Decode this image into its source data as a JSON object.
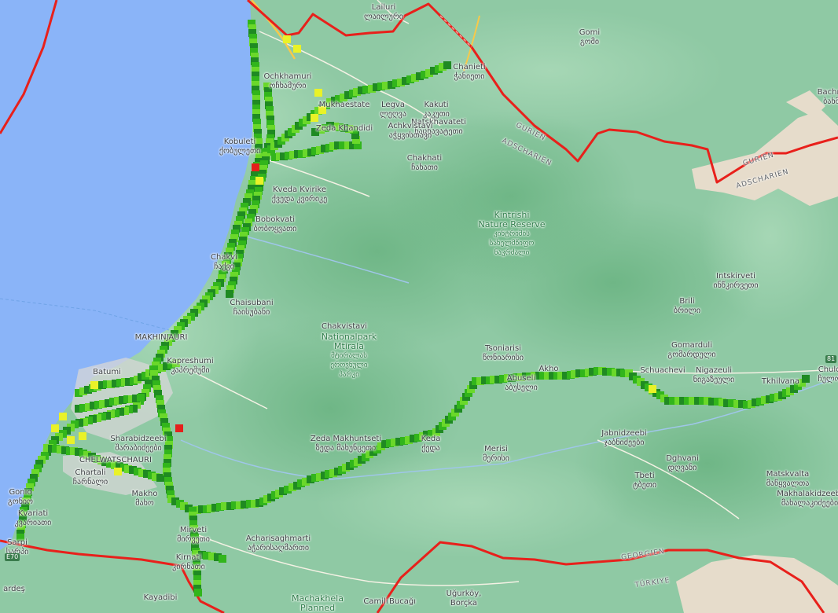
{
  "map": {
    "places": [
      {
        "id": "lailashi",
        "name": "Lailuri",
        "local": "ლაილური"
      },
      {
        "id": "gomi",
        "name": "Gomi",
        "local": "გომი"
      },
      {
        "id": "chanieti",
        "name": "Chanieti",
        "local": "ჭანიეთი"
      },
      {
        "id": "bachma",
        "name": "Bachma",
        "local": "ბახმა"
      },
      {
        "id": "ochkhamuri",
        "name": "Ochkhamuri",
        "local": "ოჩხამური"
      },
      {
        "id": "legva",
        "name": "Legva",
        "local": "ლეღვა"
      },
      {
        "id": "kakuti",
        "name": "Kakuti",
        "local": "კაკუთი"
      },
      {
        "id": "mukhaestate",
        "name": "Mukhaestate",
        "local": ""
      },
      {
        "id": "natskhavateti",
        "name": "Natskhavateti",
        "local": "ნაცხავატეთი"
      },
      {
        "id": "zedakhandidi",
        "name": "Zeda Khandidi",
        "local": ""
      },
      {
        "id": "achkvistavi",
        "name": "Achkvistavi",
        "local": "აჭყვისთავი"
      },
      {
        "id": "kobuleti",
        "name": "Kobuleti",
        "local": "ქობულეთი"
      },
      {
        "id": "chakhati",
        "name": "Chakhati",
        "local": "ჩახათი"
      },
      {
        "id": "kvedakvirike",
        "name": "Kveda Kvirike",
        "local": "ქვედა კვირიკე"
      },
      {
        "id": "bobokvati",
        "name": "Bobokvati",
        "local": "ბობოყვათი"
      },
      {
        "id": "chakvi",
        "name": "Chakvi",
        "local": "ჩაქვი"
      },
      {
        "id": "chaisubani",
        "name": "Chaisubani",
        "local": "ჩაისუბანი"
      },
      {
        "id": "brili",
        "name": "Brili",
        "local": "ბრილი"
      },
      {
        "id": "intskirveti",
        "name": "Intskirveti",
        "local": "ინწკირვეთი"
      },
      {
        "id": "chakvistavi",
        "name": "Chakvistavi",
        "local": ""
      },
      {
        "id": "makhinjauri",
        "name": "MAKHINJAURI",
        "local": ""
      },
      {
        "id": "kapreshumi",
        "name": "Kapreshumi",
        "local": "კაპრეშუმი"
      },
      {
        "id": "batumi",
        "name": "Batumi",
        "local": ""
      },
      {
        "id": "tsoniarisi",
        "name": "Tsoniarisi",
        "local": "წონიარისი"
      },
      {
        "id": "gomarduli",
        "name": "Gomarduli",
        "local": "გომარდული"
      },
      {
        "id": "akho",
        "name": "Akho",
        "local": ""
      },
      {
        "id": "abuseli",
        "name": "Abuseli",
        "local": "აბუსელი"
      },
      {
        "id": "chulo",
        "name": "Chulo",
        "local": "ჩულო"
      },
      {
        "id": "nigazeuli",
        "name": "Nigazeuli",
        "local": "ნიგაზეული"
      },
      {
        "id": "schuachevi",
        "name": "Schuachevi",
        "local": ""
      },
      {
        "id": "tkhilvana",
        "name": "Tkhilvana",
        "local": ""
      },
      {
        "id": "sharabidzeebi",
        "name": "Sharabidzeebi",
        "local": "შარაბიძეები"
      },
      {
        "id": "chelwatschauri",
        "name": "CHELWATSCHAURI",
        "local": ""
      },
      {
        "id": "zedamakhuntseti",
        "name": "Zeda Makhuntseti",
        "local": "ზედა მახუნცეთი"
      },
      {
        "id": "keda",
        "name": "Keda",
        "local": "ქედა"
      },
      {
        "id": "merisi",
        "name": "Merisi",
        "local": "მერისი"
      },
      {
        "id": "jabnidzeebi",
        "name": "Jabnidzeebi",
        "local": "ჯაბნიძეები"
      },
      {
        "id": "dghvani",
        "name": "Dghvani",
        "local": "დღვანი"
      },
      {
        "id": "tbeti",
        "name": "Tbeti",
        "local": "ტბეთი"
      },
      {
        "id": "matskvalta",
        "name": "Matskvalta",
        "local": "მაწყვალთა"
      },
      {
        "id": "makhalakidzeebi",
        "name": "Makhalakidzeebi",
        "local": "მახალაკიძეები"
      },
      {
        "id": "gonio",
        "name": "Gonio",
        "local": "გონიო"
      },
      {
        "id": "chartali",
        "name": "Chartali",
        "local": "ჩარნალი"
      },
      {
        "id": "makho",
        "name": "Makho",
        "local": "მახო"
      },
      {
        "id": "kvariati",
        "name": "Kvariati",
        "local": "კვარიათი"
      },
      {
        "id": "sarpi",
        "name": "Sarpi",
        "local": "სარპი"
      },
      {
        "id": "mirveti",
        "name": "Mirveti",
        "local": "მირვეთი"
      },
      {
        "id": "acharisaghmarti",
        "name": "Acharisaghmarti",
        "local": "აჭარისაღმართი"
      },
      {
        "id": "kirnati",
        "name": "Kirnati",
        "local": "კირნათი"
      },
      {
        "id": "ardes",
        "name": "ardeş",
        "local": ""
      },
      {
        "id": "kayadibi",
        "name": "Kayadibi",
        "local": ""
      },
      {
        "id": "camili",
        "name": "Camili",
        "local": ""
      },
      {
        "id": "bucagi",
        "name": "Bucağı",
        "local": ""
      },
      {
        "id": "ugurkoy",
        "name": "Uğurköy,",
        "local": "Borçka"
      }
    ],
    "parks": [
      {
        "id": "kintrishi",
        "lines": [
          "Kintrishi",
          "Nature Reserve",
          "კინტრიშის",
          "სახელმწიფო",
          "ნაკრძალი"
        ]
      },
      {
        "id": "mtirala",
        "lines": [
          "Nationalpark",
          "Mtirala",
          "მტირალას",
          "ეროვნული",
          "პარკი"
        ]
      },
      {
        "id": "machakhela",
        "lines": [
          "Machakhela",
          "Planned"
        ]
      }
    ],
    "regions": {
      "gurien1": "GURIEN",
      "adscharien1": "ADSCHARIEN",
      "gurien2": "GURIEN",
      "adscharien2": "ADSCHARIEN",
      "georgien": "GEORGIEN",
      "turkiye": "TÜRKIYE"
    },
    "road_badges": {
      "e70": "E70",
      "r81": "81"
    },
    "colors": {
      "sea": "#8ab4f8",
      "land": "#8fc9a4",
      "border": "#e8201b",
      "track_dark": "#1f8a22",
      "track_mid": "#32b51c",
      "track_light": "#6ad82a",
      "track_yellow": "#e9f228",
      "track_red": "#e5201b"
    }
  }
}
